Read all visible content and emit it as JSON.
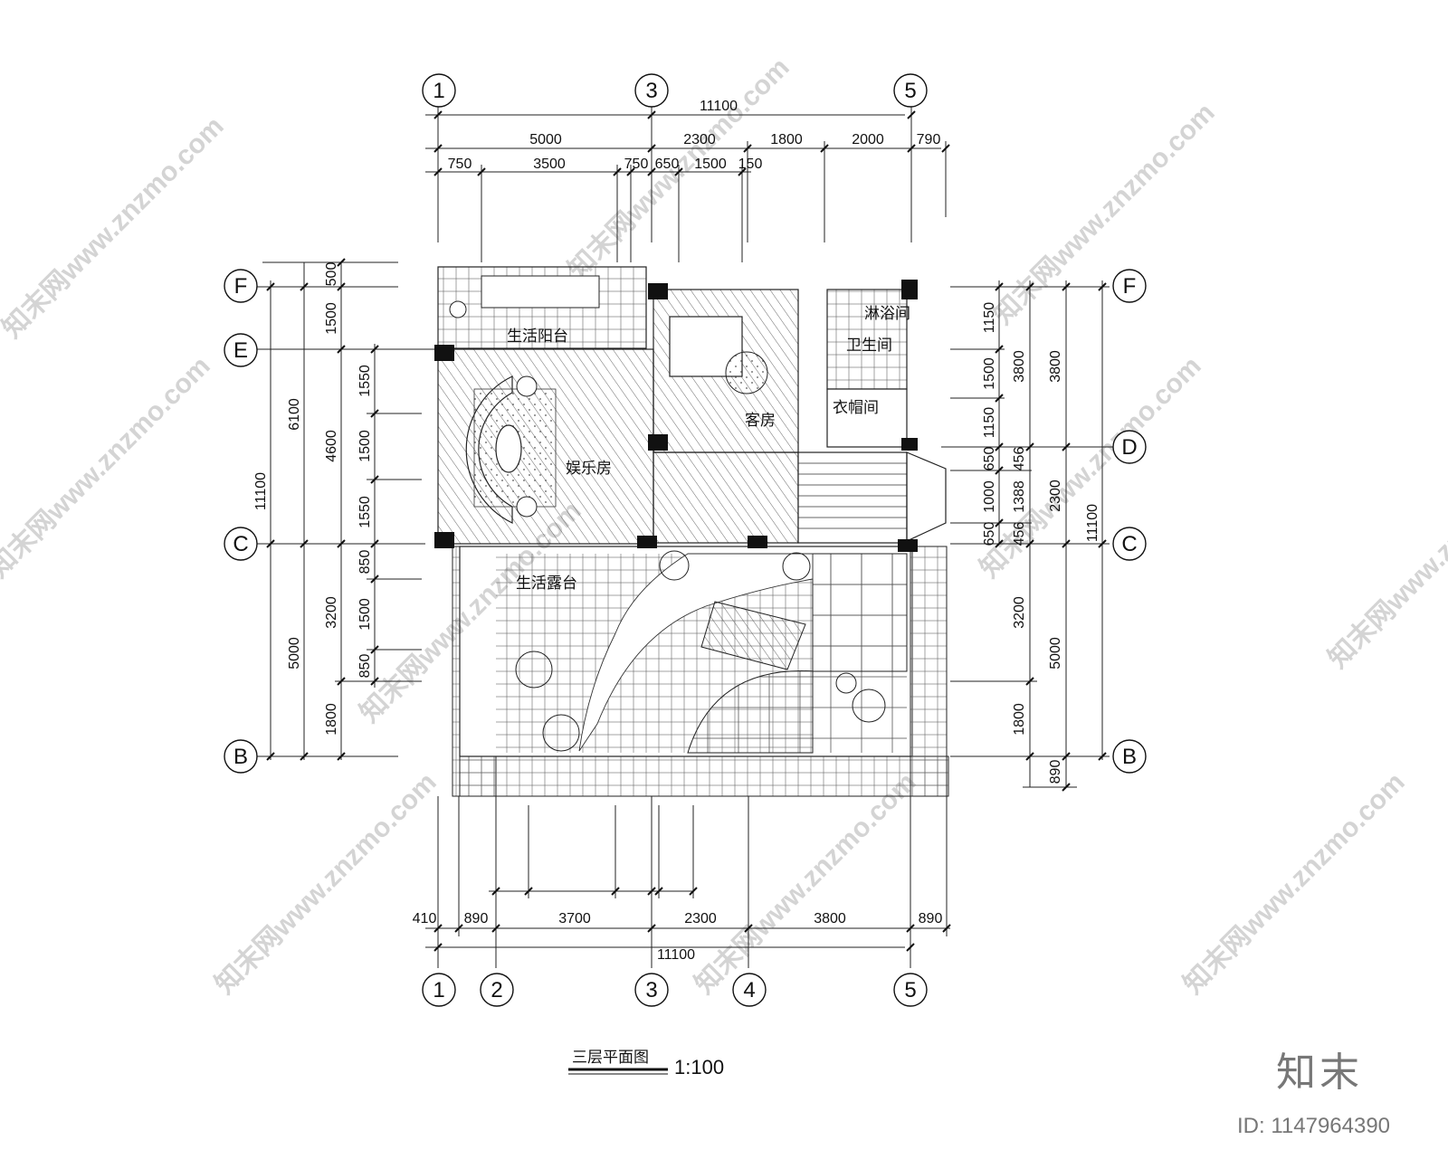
{
  "drawing": {
    "title": "三层平面图",
    "scale": "1:100"
  },
  "axes": {
    "top": [
      "1",
      "3",
      "5"
    ],
    "bottom": [
      "1",
      "2",
      "3",
      "4",
      "5"
    ],
    "left": [
      "F",
      "E",
      "C",
      "B"
    ],
    "right": [
      "F",
      "D",
      "C",
      "B"
    ]
  },
  "dimensions": {
    "top_total": "11100",
    "top_row1": [
      "5000",
      "2300",
      "1800",
      "2000",
      "790"
    ],
    "top_row2": [
      "750",
      "3500",
      "750",
      "650",
      "1500",
      "150"
    ],
    "bottom_row1": [
      "410",
      "890",
      "3700",
      "2300",
      "3800",
      "890"
    ],
    "bottom_total": "11100",
    "left_outer": [
      "11100"
    ],
    "left_mid": [
      "6100",
      "5000"
    ],
    "left_inner": [
      "500",
      "1500",
      "4600",
      "3200",
      "1800"
    ],
    "left_openings": [
      "1550",
      "1500",
      "1550",
      "850",
      "1500",
      "850"
    ],
    "right_inner": [
      "1150",
      "1500",
      "1150",
      "650",
      "1000",
      "650"
    ],
    "right_stair": [
      "456",
      "1388",
      "456"
    ],
    "right_mid": [
      "3800",
      "2300",
      "3200",
      "1800",
      "890"
    ],
    "right_outer": [
      "3800",
      "11100",
      "5000"
    ]
  },
  "rooms": {
    "balcony": "生活阳台",
    "entertainment": "娱乐房",
    "guest_room": "客房",
    "shower": "淋浴间",
    "bathroom": "卫生间",
    "closet": "衣帽间",
    "terrace": "生活露台"
  },
  "watermark": {
    "brand": "知末",
    "id": "ID: 1147964390",
    "site_text": "知末网www.znzmo.com"
  }
}
